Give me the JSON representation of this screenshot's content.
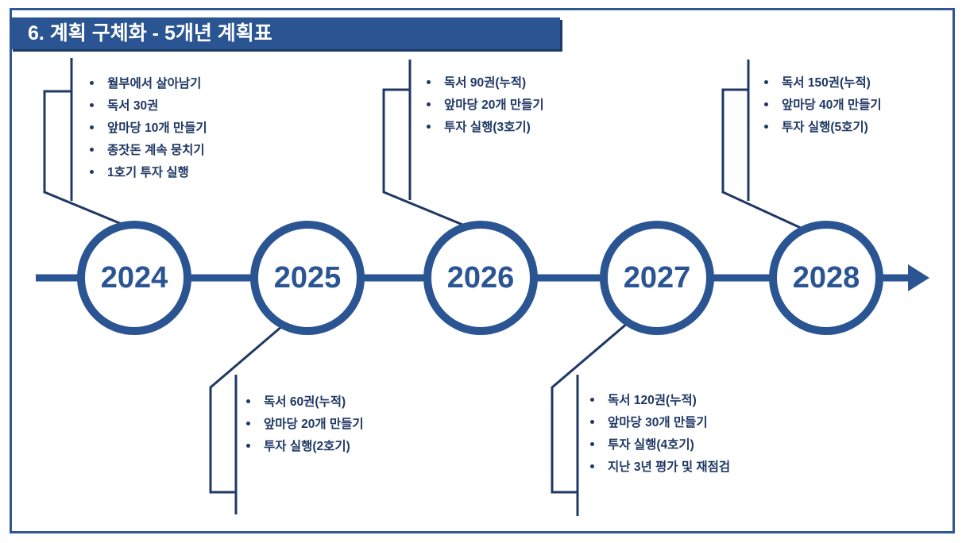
{
  "slide": {
    "title": "6. 계획 구체화 - 5개년 계획표"
  },
  "colors": {
    "accent_blue": "#2a5592",
    "dark_navy": "#1f3864",
    "background": "#ffffff"
  },
  "timeline": {
    "milestones": [
      {
        "year": "2024",
        "position": "top",
        "items": [
          "월부에서 살아남기",
          "독서 30권",
          "앞마당 10개 만들기",
          "종잣돈 계속 뭉치기",
          "1호기 투자 실행"
        ]
      },
      {
        "year": "2025",
        "position": "bottom",
        "items": [
          "독서 60권(누적)",
          "앞마당 20개 만들기",
          "투자 실행(2호기)"
        ]
      },
      {
        "year": "2026",
        "position": "top",
        "items": [
          "독서 90권(누적)",
          "앞마당 20개 만들기",
          "투자 실행(3호기)"
        ]
      },
      {
        "year": "2027",
        "position": "bottom",
        "items": [
          "독서 120권(누적)",
          "앞마당 30개 만들기",
          "투자 실행(4호기)",
          "지난 3년 평가 및 재점검"
        ]
      },
      {
        "year": "2028",
        "position": "top",
        "items": [
          "독서 150권(누적)",
          "앞마당 40개 만들기",
          "투자 실행(5호기)"
        ]
      }
    ]
  }
}
